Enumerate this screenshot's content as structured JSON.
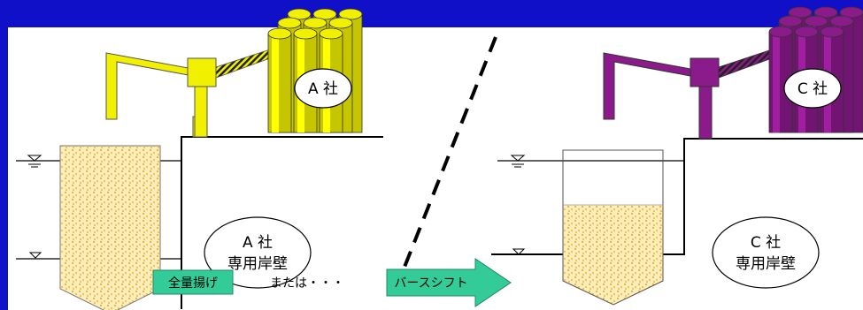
{
  "left": {
    "silo_label": "A 社",
    "berth_line1": "A 社",
    "berth_line2": "専用岸壁",
    "silo_color": "#f0f000",
    "crane_color": "#f0f000"
  },
  "right": {
    "silo_label": "C 社",
    "berth_line1": "C 社",
    "berth_line2": "専用岸壁",
    "silo_color": "#8b1a8b",
    "crane_color": "#8b1a8b"
  },
  "bottom": {
    "full_unload_label": "全量揚げ",
    "or_text": "または・・・",
    "berth_shift_label": "バースシフト"
  },
  "colors": {
    "frame": "#1010c8",
    "label_box": "#33cc99",
    "cargo": "#f7d98a"
  }
}
